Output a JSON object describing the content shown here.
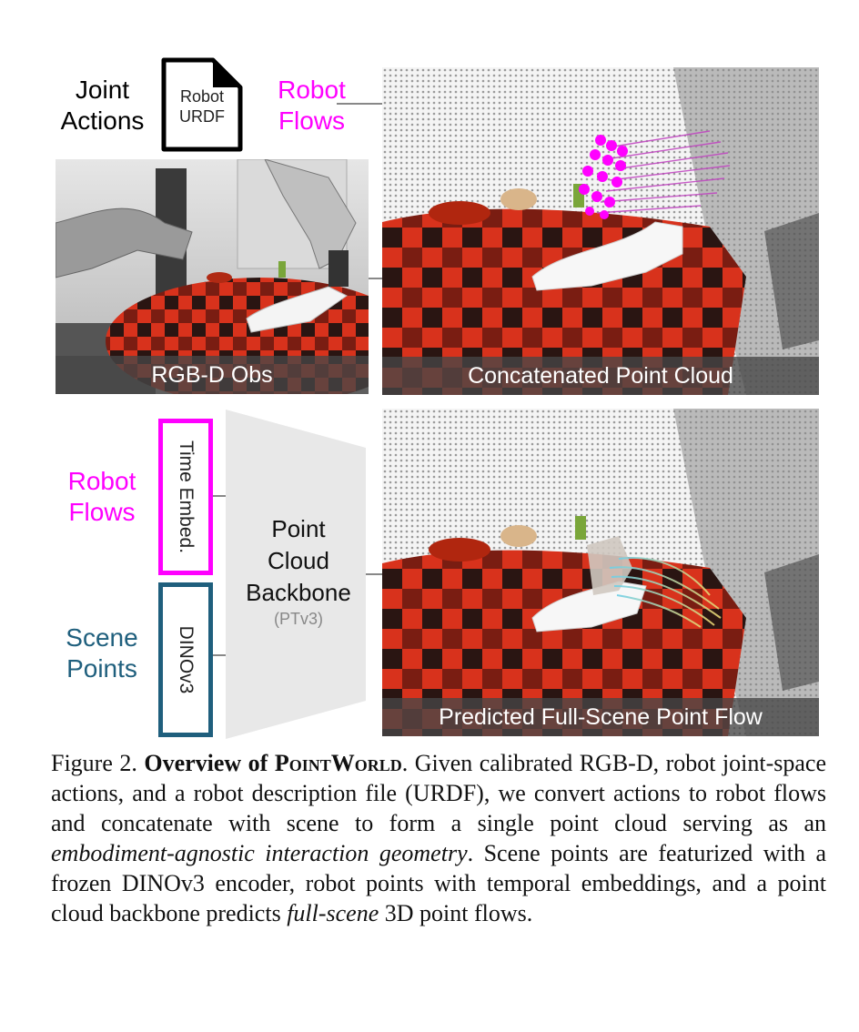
{
  "figure": {
    "top_labels": {
      "joint_actions_line1": "Joint",
      "joint_actions_line2": "Actions",
      "urdf_line1": "Robot",
      "urdf_line2": "URDF",
      "robot_flows_line1": "Robot",
      "robot_flows_line2": "Flows"
    },
    "panels": {
      "rgbd": "RGB-D Obs",
      "concat": "Concatenated Point Cloud",
      "predicted": "Predicted Full-Scene Point Flow"
    },
    "inputs": {
      "robot_flows_line1": "Robot",
      "robot_flows_line2": "Flows",
      "scene_points_line1": "Scene",
      "scene_points_line2": "Points",
      "time_embed": "Time Embed.",
      "dinov3": "DINOv3"
    },
    "backbone": {
      "line1": "Point",
      "line2": "Cloud",
      "line3": "Backbone",
      "sub": "(PTv3)"
    },
    "colors": {
      "magenta": "#ff00ff",
      "teal": "#1f5f7d",
      "tablecloth_red": "#d8321c",
      "tablecloth_dark": "#2a1512"
    }
  },
  "caption": {
    "label": "Figure 2.",
    "title_bold": "Overview of ",
    "title_name": "PointWorld",
    "t1": ". Given calibrated RGB-D, robot joint-space actions, and a robot description file (URDF), we convert actions to robot flows and concatenate with scene to form a single point cloud serving as an ",
    "i1": "embodiment-agnostic interaction geometry",
    "t2": ". Scene points are featurized with a frozen DINOv3 encoder, robot points with temporal embeddings, and a point cloud backbone predicts ",
    "i2": "full-scene",
    "t3": " 3D point flows."
  }
}
